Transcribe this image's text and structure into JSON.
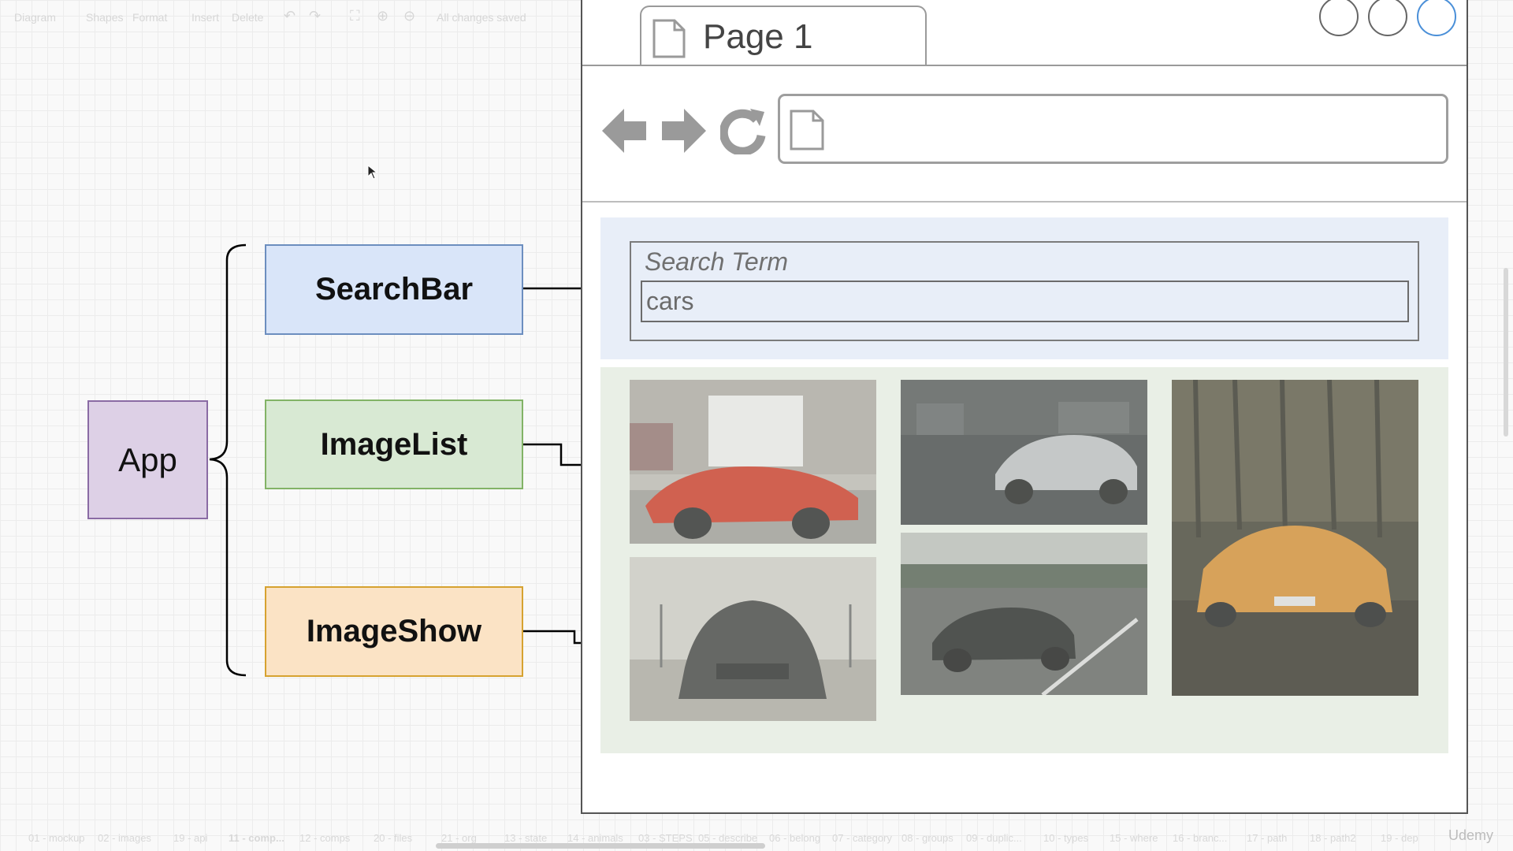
{
  "toolbar": {
    "diagram": "Diagram",
    "shapes": "Shapes",
    "format": "Format",
    "insert": "Insert",
    "delete": "Delete",
    "status": "All changes saved"
  },
  "diagram": {
    "app": "App",
    "searchbar": "SearchBar",
    "imagelist": "ImageList",
    "imageshow": "ImageShow"
  },
  "browser": {
    "tab_title": "Page 1",
    "search_label": "Search Term",
    "search_value": "cars"
  },
  "bottom_tabs": [
    "01 - mockup",
    "02 - images",
    "19 - api",
    "11 - comp...",
    "12 - comps",
    "20 - files",
    "21 - org",
    "13 - state",
    "14 - animals",
    "03 - STEPS",
    "05 - describe",
    "06 - belong",
    "07 - category",
    "08 - groups",
    "09 - duplic...",
    "10 - types",
    "15 - where",
    "16 - branc...",
    "17 - path",
    "18 - path2",
    "19 - dep"
  ],
  "watermark": "Udemy",
  "colors": {
    "searchbar_fill": "#d9e5f9",
    "imagelist_fill": "#d8e9d3",
    "imageshow_fill": "#fbe3c5",
    "app_fill": "#ddd0e6"
  }
}
